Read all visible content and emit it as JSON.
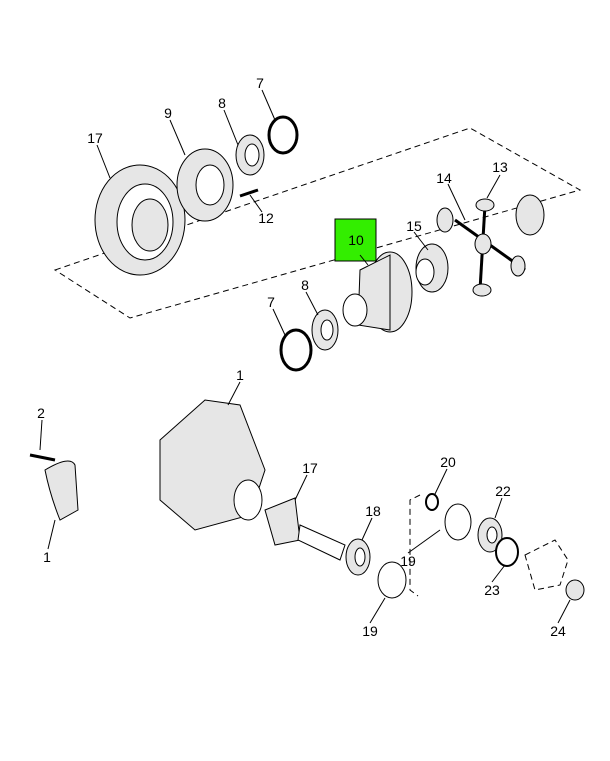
{
  "diagram": {
    "type": "exploded parts diagram",
    "highlight_color": "#33ee00",
    "highlighted_callout": "10",
    "callouts": [
      "17",
      "9",
      "8",
      "7",
      "12",
      "13",
      "14",
      "15",
      "10",
      "8",
      "7",
      "1",
      "2",
      "1",
      "17",
      "18",
      "20",
      "22",
      "19",
      "23",
      "19",
      "24"
    ]
  }
}
